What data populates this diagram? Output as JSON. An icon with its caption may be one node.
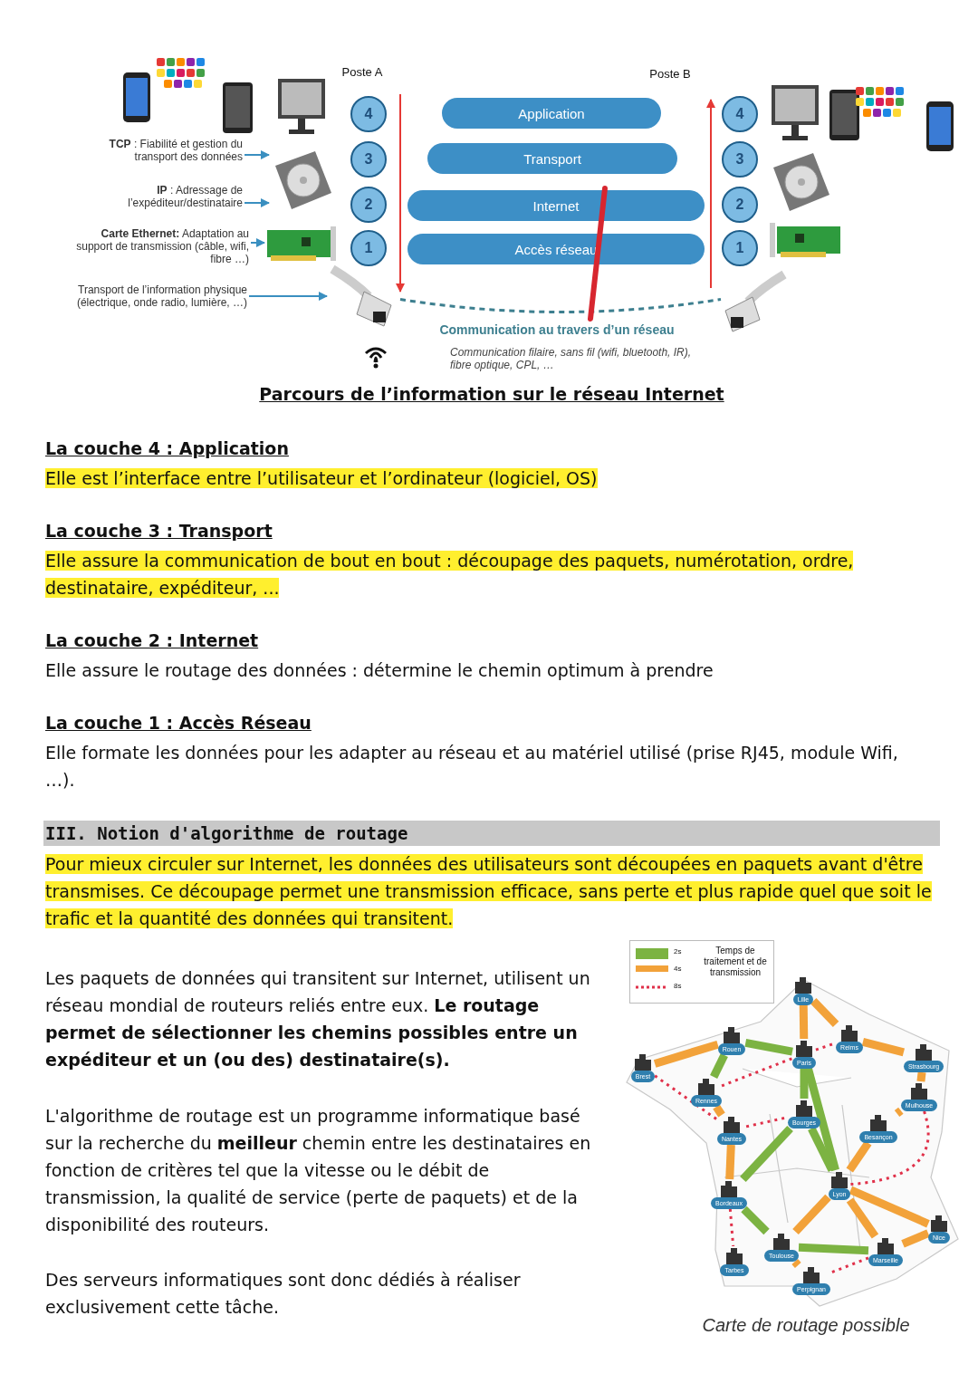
{
  "diagram": {
    "nodes": [
      {
        "text": [
          "**TCP** : Fiabilité et gestion du transport des données"
        ]
      },
      {
        "text": [
          "**IP** :  Adressage de l’expéditeur/destinataire"
        ]
      },
      {
        "text": [
          "**Carte Ethernet:** Adaptation au support de transmission (câble, wifi, fibre …)"
        ]
      },
      {
        "text": [
          "Transport de l’information physique (électrique, onde radio, lumière, …)"
        ]
      },
      {
        "text": [],
        "shape": "picture"
      },
      {
        "text": [],
        "shape": "picture"
      },
      {
        "text": [],
        "shape": "picture"
      },
      {
        "text": [
          "Application"
        ]
      },
      {
        "text": [
          "Transport"
        ]
      },
      {
        "text": [
          "Internet"
        ]
      },
      {
        "text": [
          "Accès réseau"
        ]
      },
      {
        "text": [
          "4"
        ]
      },
      {
        "text": [
          "3"
        ]
      },
      {
        "text": [
          "2"
        ]
      },
      {
        "text": [
          "1"
        ]
      },
      {
        "text": [
          "4"
        ]
      },
      {
        "text": [
          "3"
        ]
      },
      {
        "text": [
          "2"
        ]
      },
      {
        "text": [
          "1"
        ]
      },
      {
        "text": [],
        "shape": "picture"
      },
      {
        "text": [
          "Lille"
        ]
      },
      {
        "text": [
          "Rouen"
        ]
      },
      {
        "text": [
          "Reims"
        ]
      },
      {
        "text": [
          "Paris"
        ]
      },
      {
        "text": [
          "Brest"
        ]
      },
      {
        "text": [
          "Strasbourg"
        ]
      },
      {
        "text": [
          "Rennes"
        ]
      },
      {
        "text": [
          "Mulhouse"
        ]
      },
      {
        "text": [
          "Bourges"
        ]
      },
      {
        "text": [
          "Nantes"
        ]
      },
      {
        "text": [
          "Besançon"
        ]
      },
      {
        "text": [
          "Lyon"
        ]
      },
      {
        "text": [
          "Bordeaux"
        ]
      },
      {
        "text": [
          "Nice"
        ]
      },
      {
        "text": [
          "Toulouse"
        ]
      },
      {
        "text": [
          "Marseille"
        ]
      },
      {
        "text": [
          "Tarbes"
        ]
      },
      {
        "text": [
          "Perpignan"
        ]
      }
    ],
    "edges": [
      {
        "from": 0,
        "to": 4,
        "arrow": "to",
        "color": "#3a8fc0"
      },
      {
        "from": 1,
        "to": 4,
        "arrow": "to",
        "color": "#3a8fc0"
      },
      {
        "from": 2,
        "to": 5,
        "arrow": "to",
        "color": "#3a8fc0"
      },
      {
        "from": 3,
        "to": 6,
        "arrow": "to",
        "color": "#3a8fc0"
      },
      {
        "from": 6,
        "to": 19,
        "arrow": "none",
        "style": "dashed",
        "color": "#3d7f8f"
      },
      {
        "from": 21,
        "to": 23,
        "arrow": "none",
        "color": "#7cb342"
      },
      {
        "from": 21,
        "to": 26,
        "arrow": "none",
        "color": "#7cb342"
      },
      {
        "from": 23,
        "to": 28,
        "arrow": "none",
        "color": "#7cb342"
      },
      {
        "from": 23,
        "to": 31,
        "arrow": "none",
        "color": "#7cb342"
      },
      {
        "from": 28,
        "to": 32,
        "arrow": "none",
        "color": "#7cb342"
      },
      {
        "from": 28,
        "to": 31,
        "arrow": "none",
        "color": "#7cb342"
      },
      {
        "from": 32,
        "to": 34,
        "arrow": "none",
        "color": "#7cb342"
      },
      {
        "from": 34,
        "to": 35,
        "arrow": "none",
        "color": "#7cb342"
      },
      {
        "from": 20,
        "to": 23,
        "arrow": "none",
        "color": "#f2a23a"
      },
      {
        "from": 20,
        "to": 22,
        "arrow": "none",
        "color": "#f2a23a"
      },
      {
        "from": 22,
        "to": 25,
        "arrow": "none",
        "color": "#f2a23a"
      },
      {
        "from": 24,
        "to": 21,
        "arrow": "none",
        "color": "#f2a23a"
      },
      {
        "from": 26,
        "to": 29,
        "arrow": "none",
        "color": "#f2a23a"
      },
      {
        "from": 29,
        "to": 32,
        "arrow": "none",
        "color": "#f2a23a"
      },
      {
        "from": 25,
        "to": 27,
        "arrow": "none",
        "color": "#f2a23a"
      },
      {
        "from": 27,
        "to": 30,
        "arrow": "none",
        "color": "#f2a23a"
      },
      {
        "from": 30,
        "to": 31,
        "arrow": "none",
        "color": "#f2a23a"
      },
      {
        "from": 31,
        "to": 34,
        "arrow": "none",
        "color": "#f2a23a"
      },
      {
        "from": 31,
        "to": 35,
        "arrow": "none",
        "color": "#f2a23a"
      },
      {
        "from": 31,
        "to": 33,
        "arrow": "none",
        "color": "#f2a23a"
      },
      {
        "from": 33,
        "to": 35,
        "arrow": "none",
        "color": "#f2a23a"
      },
      {
        "from": 34,
        "to": 37,
        "arrow": "none",
        "color": "#f2a23a"
      },
      {
        "from": 23,
        "to": 22,
        "arrow": "none",
        "style": "dashed",
        "color": "#e0314a"
      },
      {
        "from": 26,
        "to": 23,
        "arrow": "none",
        "style": "dashed",
        "color": "#e0314a"
      },
      {
        "from": 24,
        "to": 29,
        "arrow": "none",
        "style": "dashed",
        "color": "#e0314a"
      },
      {
        "from": 29,
        "to": 28,
        "arrow": "none",
        "style": "dashed",
        "color": "#e0314a"
      },
      {
        "from": 27,
        "to": 31,
        "arrow": "none",
        "style": "dashed",
        "color": "#e0314a"
      },
      {
        "from": 32,
        "to": 36,
        "arrow": "none",
        "style": "dashed",
        "color": "#e0314a"
      },
      {
        "from": 35,
        "to": 37,
        "arrow": "none",
        "style": "dashed",
        "color": "#e0314a"
      }
    ],
    "labels": [
      "Poste A",
      "Poste B",
      "Communication au travers d’un réseau",
      "Communication filaire, sans fil (wifi, bluetooth, IR), fibre optique, CPL, …",
      "Parcours de l’information sur le réseau Internet",
      "La couche 4 : Application",
      "Elle est l’interface entre l’utilisateur et l’ordinateur (logiciel, OS)",
      "La couche 3 : Transport",
      "Elle assure la communication de bout en bout : découpage des paquets, numérotation, ordre, destinataire, expéditeur, ...",
      "La couche 2 : Internet",
      "Elle assure le routage des données : détermine le chemin optimum à prendre",
      "La couche 1 : Accès Réseau",
      "Elle formate les données pour les adapter au réseau et au matériel utilisé (prise RJ45, module Wifi, …).",
      "III. Notion d'algorithme de routage",
      "Pour mieux circuler sur Internet, les données des utilisateurs sont découpées en paquets avant d'être transmises. Ce découpage permet une transmission efficace, sans perte et plus rapide quel que soit le trafic et la quantité des données qui transitent.",
      "Les paquets de données qui transitent sur Internet, utilisent un réseau mondial de routeurs reliés entre eux. **Le routage permet de sélectionner les chemins possibles entre un expéditeur et un (ou des) destinataire(s).**",
      "L'algorithme de routage est un programme informatique basé sur la recherche du **meilleur** chemin entre les destinataires en fonction de critères tel que la vitesse ou le débit de transmission, la qualité de service (perte de paquets) et de la disponibilité des routeurs.",
      "Des serveurs informatiques sont donc dédiés à réaliser exclusivement cette tâche.",
      "Temps de traitement et de transmission",
      "Carte de routage possible"
    ],
    "legend": [
      {
        "text": "2s",
        "color": "#7cb342"
      },
      {
        "text": "4s",
        "color": "#f2a23a"
      },
      {
        "text": "8s"
      }
    ]
  }
}
